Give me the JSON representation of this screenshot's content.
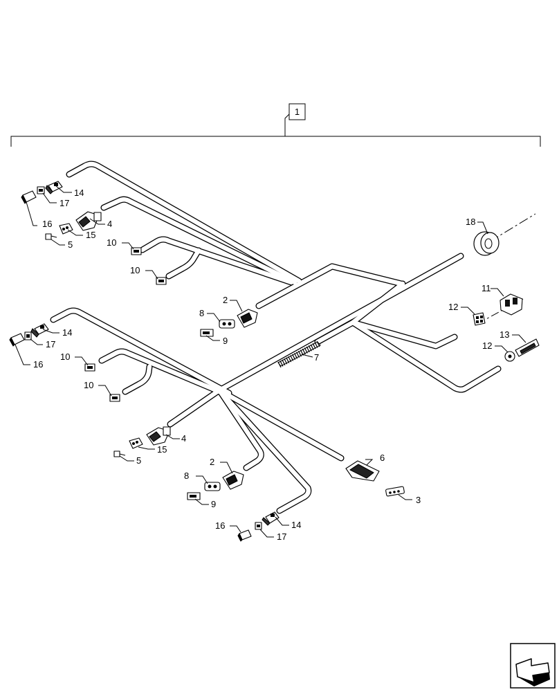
{
  "assembly_callout": "1",
  "callouts": {
    "c1": "2",
    "c2": "2",
    "c3": "3",
    "c4": "4",
    "c5": "4",
    "c6": "5",
    "c7": "5",
    "c8": "6",
    "c9": "7",
    "c10": "8",
    "c11": "8",
    "c12": "9",
    "c13": "9",
    "c14": "10",
    "c15": "10",
    "c16": "10",
    "c17": "10",
    "c18": "11",
    "c19": "12",
    "c20": "12",
    "c21": "13",
    "c22": "14",
    "c23": "14",
    "c24": "14",
    "c25": "15",
    "c26": "15",
    "c27": "16",
    "c28": "16",
    "c29": "16",
    "c30": "17",
    "c31": "17",
    "c32": "17",
    "c33": "18"
  },
  "nav_icon": "next-page-arrow-icon"
}
